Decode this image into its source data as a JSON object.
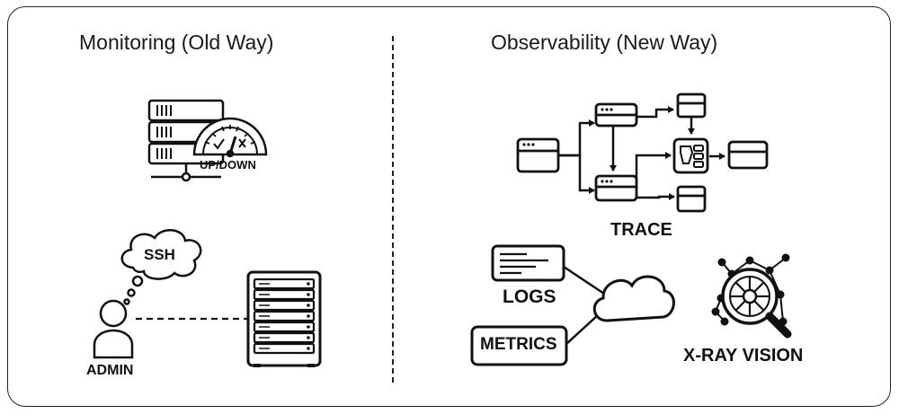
{
  "left_panel": {
    "title": "Monitoring (Old Way)",
    "gauge_label": "UP/DOWN",
    "thought_label": "SSH",
    "person_label": "ADMIN"
  },
  "right_panel": {
    "title": "Observability (New Way)",
    "trace_label": "TRACE",
    "logs_label": "LOGS",
    "metrics_label": "METRICS",
    "xray_label": "X-RAY VISION"
  },
  "icons": [
    "server-rack-icon",
    "gauge-icon",
    "thought-bubble-icon",
    "person-icon",
    "server-cabinet-icon",
    "window-icon",
    "cloud-icon",
    "magnifier-icon",
    "network-icon"
  ],
  "colors": {
    "line": "#111111",
    "frame": "#222222",
    "background": "#ffffff"
  }
}
